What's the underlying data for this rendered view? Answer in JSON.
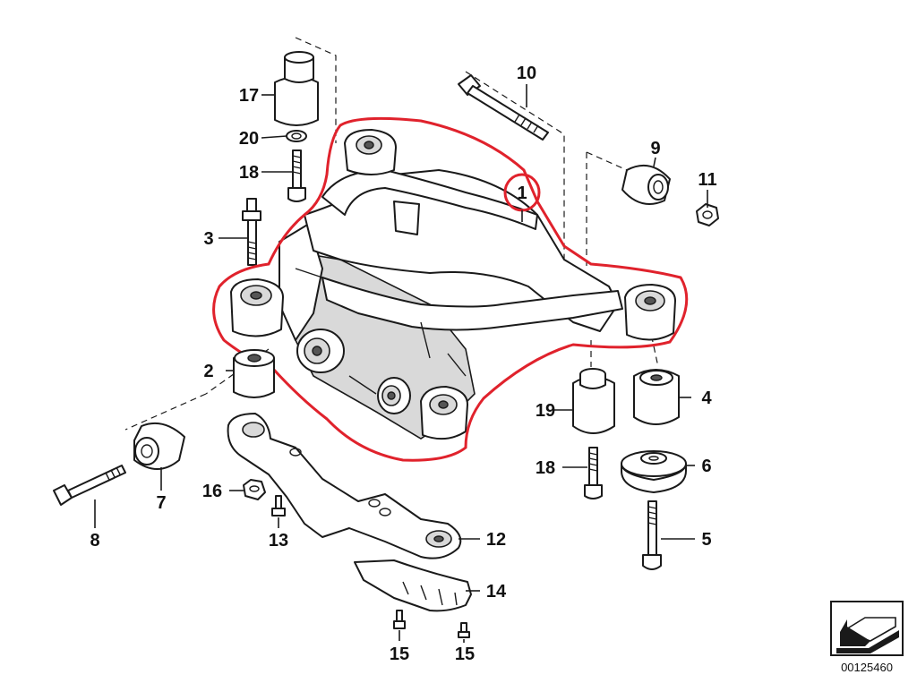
{
  "diagram": {
    "callouts": {
      "c1": "1",
      "c2": "2",
      "c3": "3",
      "c4": "4",
      "c5": "5",
      "c6": "6",
      "c7": "7",
      "c8": "8",
      "c9": "9",
      "c10": "10",
      "c11": "11",
      "c12": "12",
      "c13": "13",
      "c14": "14",
      "c15a": "15",
      "c15b": "15",
      "c16": "16",
      "c17": "17",
      "c18a": "18",
      "c18b": "18",
      "c19": "19",
      "c20": "20"
    },
    "caption": "00125460",
    "highlight_color": "#e0222c",
    "highlighted_part": "1",
    "icons": [
      "view-direction-arrow-icon"
    ]
  }
}
